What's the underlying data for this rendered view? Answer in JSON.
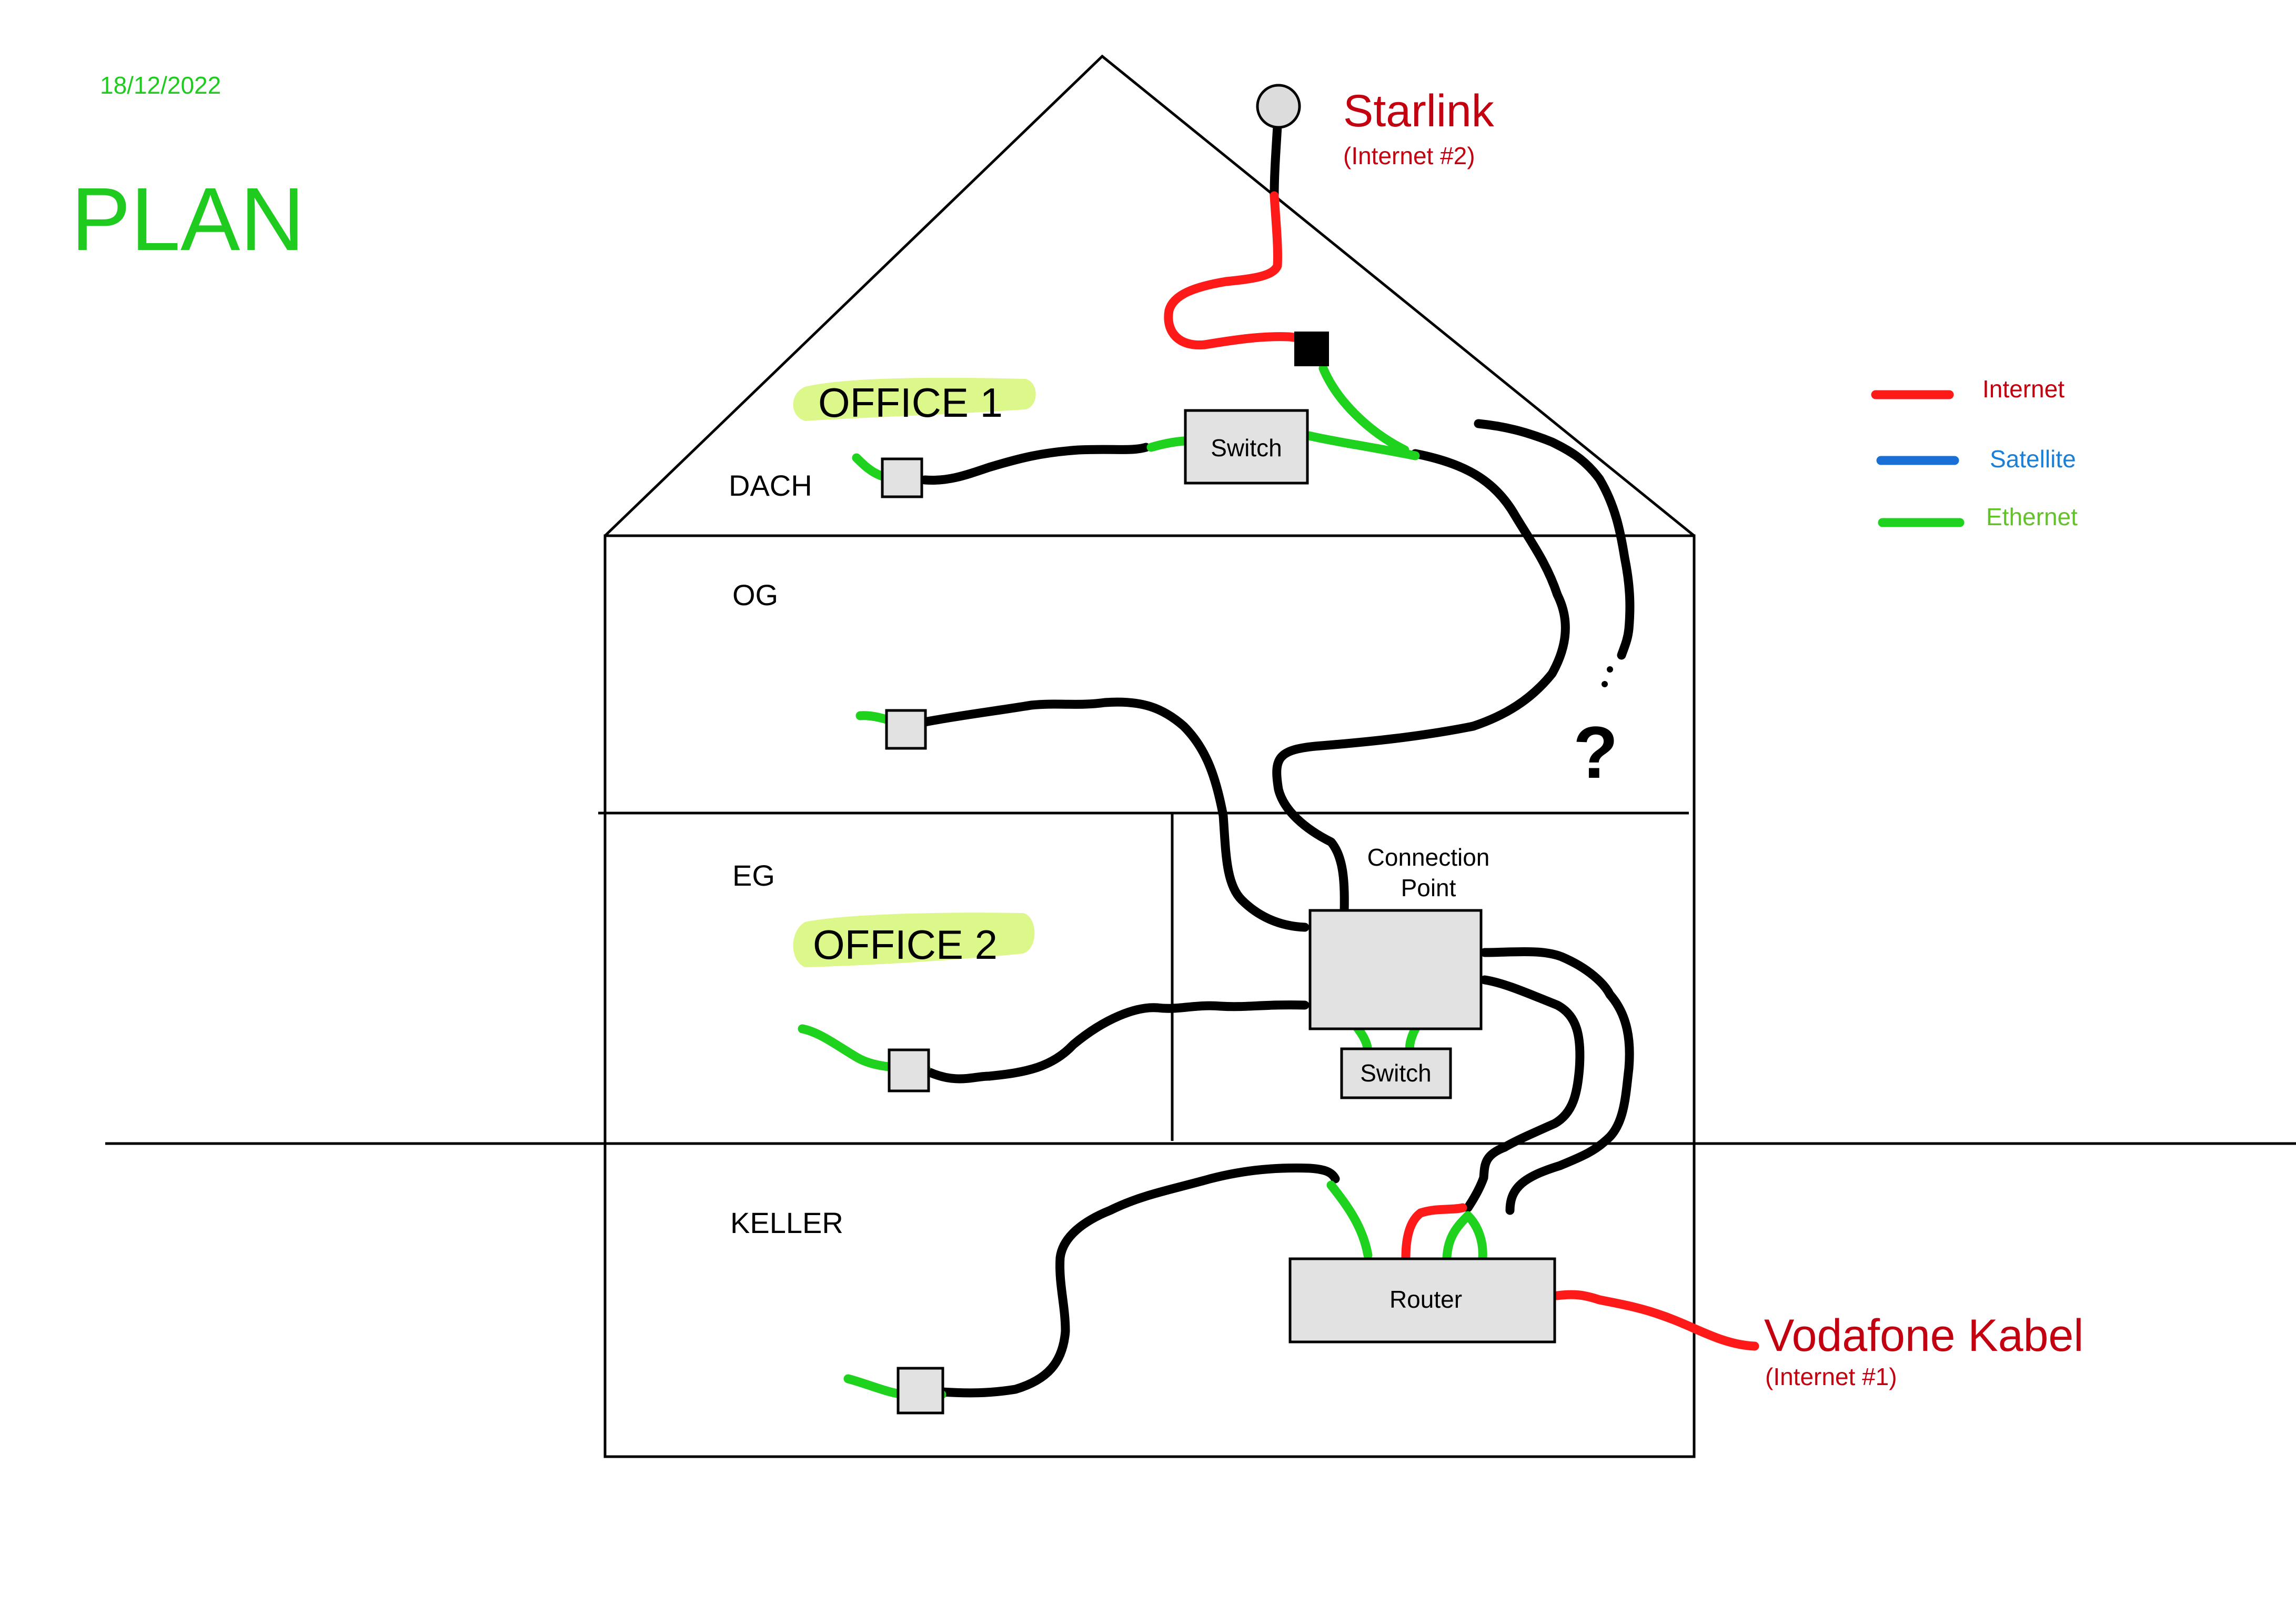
{
  "date": "18/12/2022",
  "title": "PLAN",
  "floors": {
    "dach": "DACH",
    "og": "OG",
    "eg": "EG",
    "keller": "KELLER"
  },
  "rooms": {
    "office1": "OFFICE 1",
    "office2": "OFFICE 2"
  },
  "devices": {
    "switch_top": "Switch",
    "connection_point_line1": "Connection",
    "connection_point_line2": "Point",
    "switch_eg": "Switch",
    "router": "Router"
  },
  "providers": {
    "starlink_name": "Starlink",
    "starlink_note": "(Internet #2)",
    "vodafone_name": "Vodafone Kabel",
    "vodafone_note": "(Internet #1)"
  },
  "unknown_route": "?",
  "legend": [
    {
      "label": "Internet",
      "color": "#ff1a1a",
      "text_color": "#c0000f"
    },
    {
      "label": "Satellite",
      "color": "#1a6fd6",
      "text_color": "#1a7fd6"
    },
    {
      "label": "Ethernet",
      "color": "#1ed21e",
      "text_color": "#63c22a"
    }
  ],
  "colors": {
    "title": "#1ecb1e",
    "provider": "#c2000f",
    "internet": "#ff1a1a",
    "ethernet": "#1ed21e",
    "highlight": "#dcf78a",
    "cable": "#000000"
  }
}
